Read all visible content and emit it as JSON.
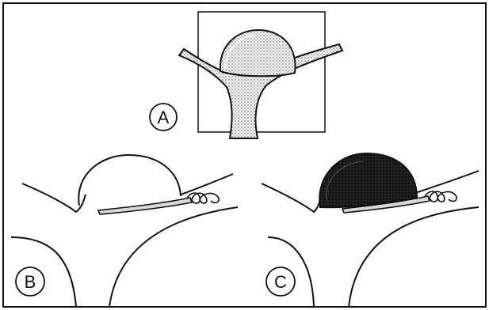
{
  "panels": [
    {
      "id": "A",
      "label": "A"
    },
    {
      "id": "B",
      "label": "B"
    },
    {
      "id": "C",
      "label": "C"
    }
  ],
  "colors": {
    "ink": "#111111",
    "stipple_fill": "#9a9a9a",
    "dark_fill": "#141414",
    "coil_fill": "#cfcfcf",
    "background": "#ffffff"
  }
}
